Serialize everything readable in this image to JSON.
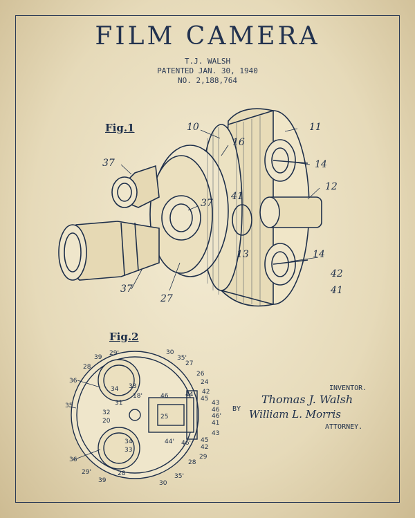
{
  "header": {
    "title": "FILM CAMERA",
    "inventor_line": "T.J. WALSH",
    "patent_date": "PATENTED JAN. 30, 1940",
    "patent_no": "NO. 2,188,764"
  },
  "fig1": {
    "label": "Fig.1",
    "callouts": [
      "10",
      "11",
      "16",
      "14",
      "12",
      "37",
      "37",
      "41",
      "13",
      "14",
      "42",
      "41",
      "37",
      "27"
    ]
  },
  "fig2": {
    "label": "Fig.2",
    "callouts": [
      "30",
      "35'",
      "27",
      "39",
      "29'",
      "28",
      "36",
      "26",
      "34",
      "33",
      "24",
      "31",
      "18'",
      "46",
      "44",
      "42",
      "45",
      "35",
      "32",
      "20",
      "43",
      "25",
      "46",
      "46'",
      "41",
      "44'",
      "46'",
      "43",
      "45",
      "42",
      "29",
      "34",
      "33",
      "36",
      "29'",
      "28",
      "39",
      "28",
      "35'",
      "30"
    ]
  },
  "legend": {
    "inventor_label": "INVENTOR.",
    "by_label": "BY",
    "attorney_label": "ATTORNEY.",
    "inventor_signature": "Thomas J. Walsh",
    "attorney_signature": "William L. Morris"
  },
  "colors": {
    "ink": "#1e2f4a",
    "paper": "#efe6cb"
  }
}
